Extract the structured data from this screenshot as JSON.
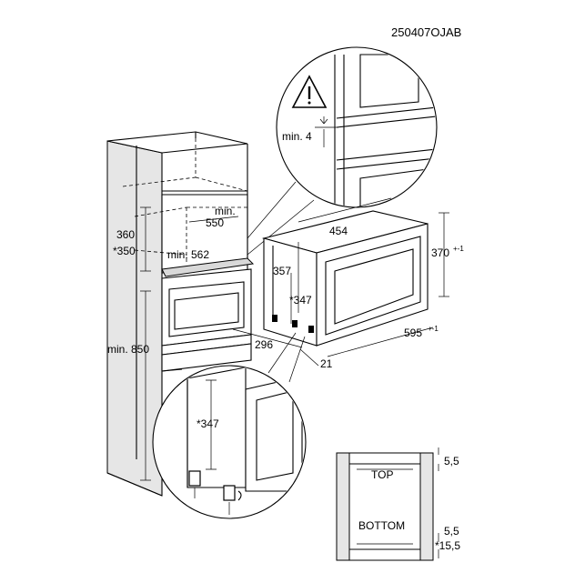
{
  "code": "250407OJAB",
  "dimensions": {
    "min4": "min. 4",
    "d360": "360",
    "d350": "*350",
    "min550a": "min.",
    "min550b": "550",
    "min562": "min. 562",
    "min850": "min. 850",
    "d454": "454",
    "d370": "370",
    "d370tol": "+-1",
    "d357": "357",
    "d347": "*347",
    "d296": "296",
    "d595": "595",
    "d595tol": "+-1",
    "d21": "21",
    "d347b": "*347",
    "d55a": "5,5",
    "d55b": "5,5",
    "d155": "*15,5"
  },
  "labels": {
    "top": "TOP",
    "bottom": "BOTTOM"
  },
  "icons": {
    "warning": "warning-triangle-icon"
  }
}
